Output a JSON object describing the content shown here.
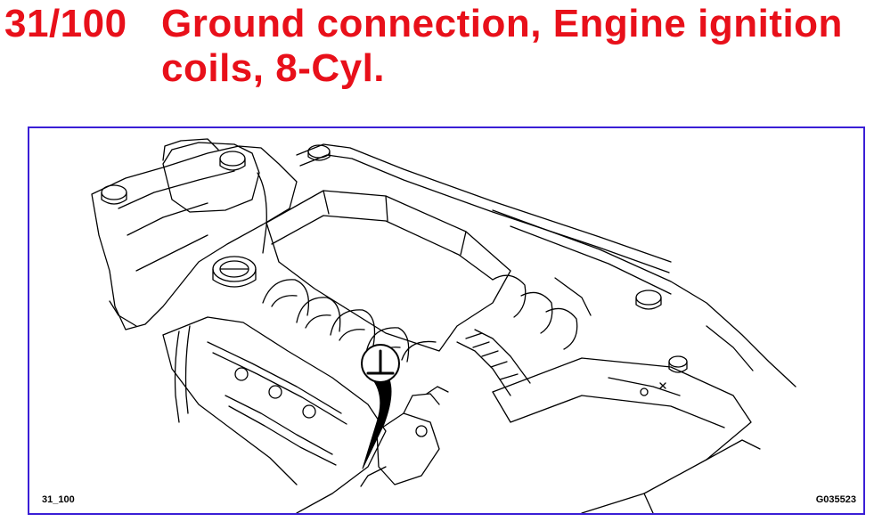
{
  "header": {
    "number": "31/100",
    "title": "Ground connection, Engine ignition coils, 8-Cyl."
  },
  "figure": {
    "id_left": "31_100",
    "id_right": "G035523",
    "callout_symbol": "⊥"
  },
  "colors": {
    "title": "#e8101a",
    "frame_border": "#3a1fd6",
    "line": "#000000"
  }
}
